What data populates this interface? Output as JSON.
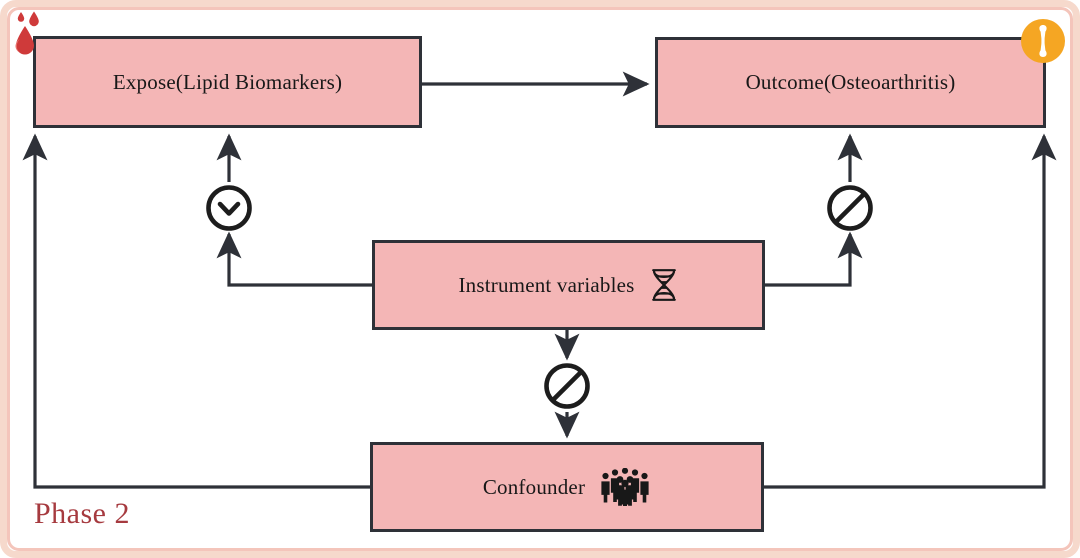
{
  "figure": {
    "title": "Mendelian randomization causal diagram",
    "phase_label": "Phase 2",
    "background_color": "#ffffff",
    "frame_color_outer": "#f6d9cc",
    "frame_color_inner": "#f4c5bb",
    "node_fill_color": "#f4b6b6",
    "node_border_color": "#2e3138",
    "phase_text_color": "#a63a3f",
    "badge_color": "#f5a623"
  },
  "nodes": [
    {
      "id": "expose",
      "label": "Expose(Lipid Biomarkers)",
      "icon": "",
      "icon_name": "none"
    },
    {
      "id": "outcome",
      "label": "Outcome(Osteoarthritis)",
      "icon": "",
      "icon_name": "none"
    },
    {
      "id": "instrument",
      "label": "Instrument variables",
      "icon": "dna-helix",
      "icon_name": "dna-helix-icon"
    },
    {
      "id": "confounder",
      "label": "Confounder",
      "icon": "people-group",
      "icon_name": "people-group-icon"
    }
  ],
  "corner_icons": [
    {
      "id": "blood-drop",
      "name": "blood-drop-icon",
      "color": "#cf3a3a",
      "position": "top-left"
    },
    {
      "id": "bone-badge",
      "name": "bone-icon",
      "color": "#f5a623",
      "position": "top-right"
    }
  ],
  "edges": [
    {
      "id": "expose-to-outcome",
      "from": "expose",
      "to": "outcome",
      "arrow": true,
      "gate": "none"
    },
    {
      "id": "iv-to-expose",
      "from": "instrument",
      "to": "expose",
      "arrow": true,
      "gate": "allowed",
      "gate_icon": "chevron-down-circle"
    },
    {
      "id": "iv-to-outcome",
      "from": "instrument",
      "to": "outcome",
      "arrow": true,
      "gate": "prohibited",
      "gate_icon": "no-entry"
    },
    {
      "id": "iv-to-confounder",
      "from": "instrument",
      "to": "confounder",
      "arrow": true,
      "gate": "prohibited",
      "gate_icon": "no-entry"
    },
    {
      "id": "confounder-to-expose",
      "from": "confounder",
      "to": "expose",
      "arrow": true,
      "gate": "none"
    },
    {
      "id": "confounder-to-outcome",
      "from": "confounder",
      "to": "outcome",
      "arrow": true,
      "gate": "none"
    }
  ]
}
